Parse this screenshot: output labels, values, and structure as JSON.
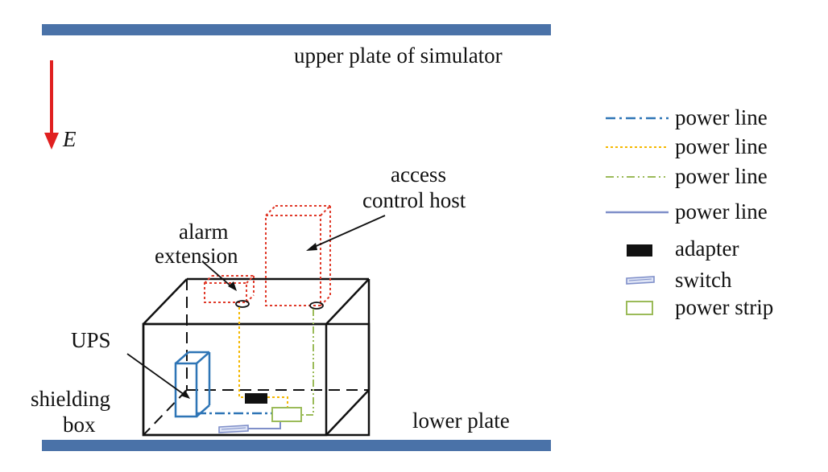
{
  "labels": {
    "upper_plate": "upper plate of simulator",
    "lower_plate": "lower plate",
    "field": "E",
    "access_host_line1": "access",
    "access_host_line2": "control host",
    "alarm_line1": "alarm",
    "alarm_line2": "extension",
    "ups": "UPS",
    "shield_line1": "shielding",
    "shield_line2": "box"
  },
  "legend": [
    {
      "label": "power line",
      "style": "dash-dot",
      "color": "#2e75b6"
    },
    {
      "label": "power line",
      "style": "dotted",
      "color": "#f5b800"
    },
    {
      "label": "power line",
      "style": "dash-dot-dot",
      "color": "#9bbb59"
    },
    {
      "label": "power line",
      "style": "solid",
      "color": "#7f8fc9"
    },
    {
      "label": "adapter",
      "style": "filled-rect",
      "color": "#111111"
    },
    {
      "label": "switch",
      "style": "switch-icon",
      "color": "#7f8fc9"
    },
    {
      "label": "power strip",
      "style": "outline-rect",
      "color": "#9bbb59"
    }
  ],
  "colors": {
    "plate": "#4a72a8",
    "arrow": "#e02020",
    "host_outline": "#e03a2a",
    "ups_outline": "#2e75b6",
    "box": "#111111"
  }
}
